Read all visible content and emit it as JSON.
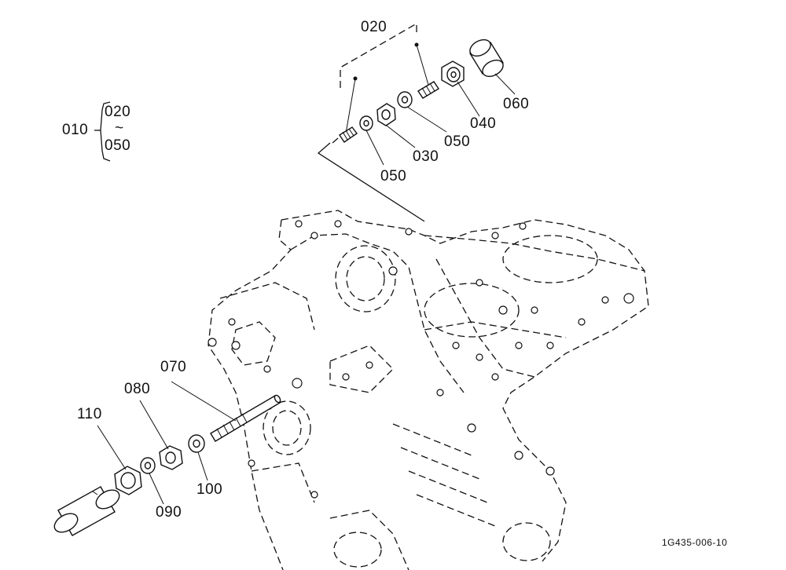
{
  "callouts": {
    "c010": "010",
    "c020_range": "020",
    "tilde": "~",
    "c050_range": "050",
    "c020": "020",
    "c030": "030",
    "c040": "040",
    "c050_a": "050",
    "c050_b": "050",
    "c060": "060",
    "c070": "070",
    "c080": "080",
    "c090": "090",
    "c100": "100",
    "c110": "110"
  },
  "drawing_code": "1G435-006-10",
  "colors": {
    "line": "#111111",
    "background": "#ffffff"
  }
}
